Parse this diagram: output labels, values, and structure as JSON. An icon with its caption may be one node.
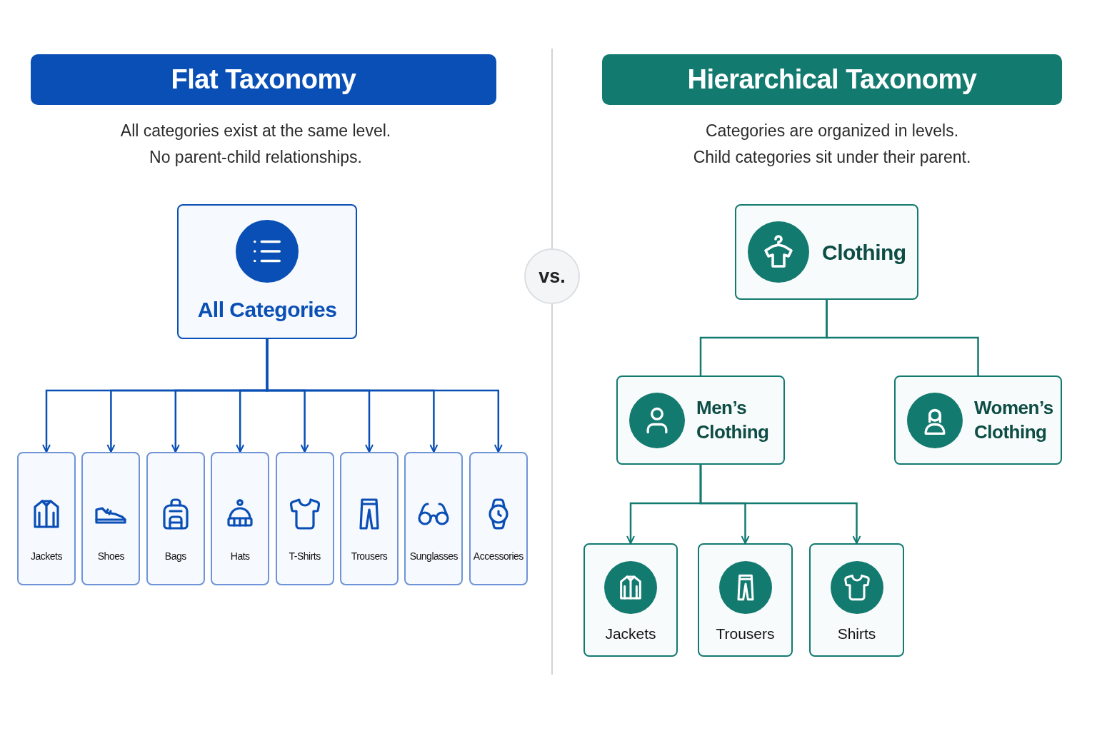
{
  "diagram": {
    "nodes": [
      {
        "text": [
          "Flat Taxonomy"
        ]
      },
      {
        "text": [
          "Hierarchical Taxonomy"
        ]
      },
      {
        "text": [
          "vs."
        ]
      },
      {
        "text": [
          "All Categories"
        ]
      },
      {
        "text": [
          "Jackets"
        ]
      },
      {
        "text": [
          "Shoes"
        ]
      },
      {
        "text": [
          "Bags"
        ]
      },
      {
        "text": [
          "Hats"
        ]
      },
      {
        "text": [
          "T-Shirts"
        ]
      },
      {
        "text": [
          "Trousers"
        ]
      },
      {
        "text": [
          "Sunglasses"
        ]
      },
      {
        "text": [
          "Accessories"
        ]
      },
      {
        "text": [
          "Clothing"
        ]
      },
      {
        "text": [
          "Men’s Clothing"
        ]
      },
      {
        "text": [
          "Women’s Clothing"
        ]
      },
      {
        "text": [
          "Jackets"
        ]
      },
      {
        "text": [
          "Trousers"
        ]
      },
      {
        "text": [
          "Shirts"
        ]
      }
    ],
    "edges": [
      {
        "from": 3,
        "to": 4,
        "arrow": "to"
      },
      {
        "from": 3,
        "to": 5,
        "arrow": "to"
      },
      {
        "from": 3,
        "to": 6,
        "arrow": "to"
      },
      {
        "from": 3,
        "to": 7,
        "arrow": "to"
      },
      {
        "from": 3,
        "to": 8,
        "arrow": "to"
      },
      {
        "from": 3,
        "to": 9,
        "arrow": "to"
      },
      {
        "from": 3,
        "to": 10,
        "arrow": "to"
      },
      {
        "from": 3,
        "to": 11,
        "arrow": "to"
      },
      {
        "from": 12,
        "to": 13,
        "arrow": "none",
        "color": "#137a70"
      },
      {
        "from": 12,
        "to": 14,
        "arrow": "none",
        "color": "#137a70"
      },
      {
        "from": 13,
        "to": 15,
        "arrow": "to",
        "color": "#137a70"
      },
      {
        "from": 13,
        "to": 16,
        "arrow": "to",
        "color": "#137a70"
      },
      {
        "from": 13,
        "to": 17,
        "arrow": "to",
        "color": "#137a70"
      }
    ],
    "labels": [
      "All categories exist at the same level.",
      "No parent-child relationships.",
      "Categories are organized in levels.",
      "Child categories sit under their parent."
    ]
  }
}
